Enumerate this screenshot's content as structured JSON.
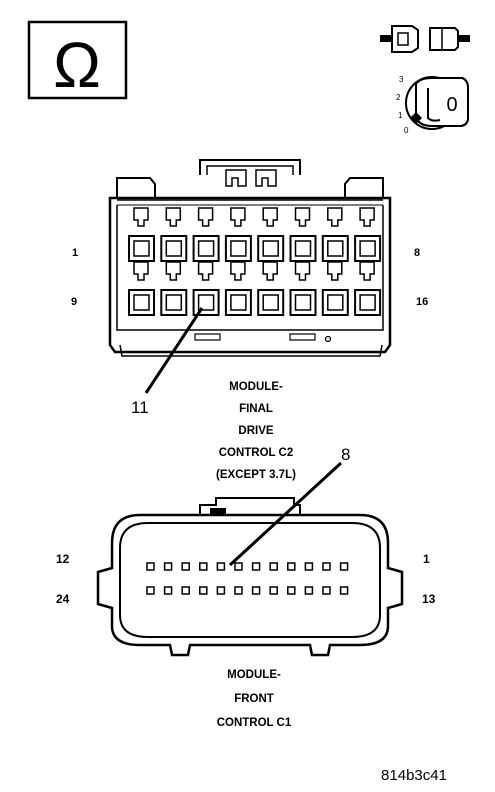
{
  "ohm_symbol": "Ω",
  "ignition_key": {
    "positions": [
      "3",
      "2",
      "1",
      "0"
    ],
    "selected_label": "0"
  },
  "connector_c2": {
    "pin_labels": {
      "top_left": "1",
      "top_right": "8",
      "bottom_left": "9",
      "bottom_right": "16"
    },
    "callout_pin": "11",
    "caption": [
      "MODULE-",
      "FINAL",
      "DRIVE",
      "CONTROL C2",
      "(EXCEPT 3.7L)"
    ]
  },
  "connector_c1": {
    "pin_labels": {
      "top_left": "12",
      "top_right": "1",
      "bottom_left": "24",
      "bottom_right": "13"
    },
    "callout_pin": "8",
    "caption": [
      "MODULE-",
      "FRONT",
      "CONTROL C1"
    ]
  },
  "figure_id": "814b3c41"
}
